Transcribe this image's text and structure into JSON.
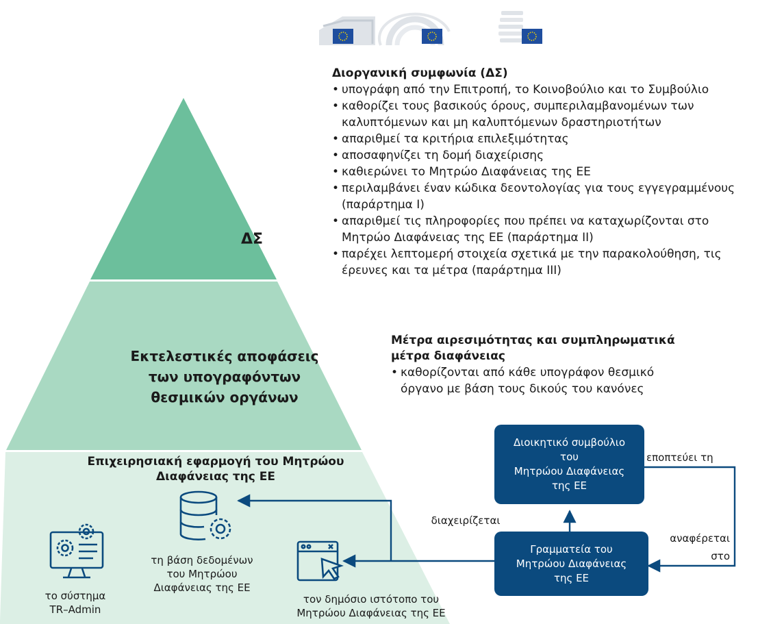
{
  "tiers": {
    "top": {
      "label": "ΔΣ"
    },
    "middle": {
      "label_lines": [
        "Εκτελεστικές αποφάσεις",
        "των υπογραφόντων",
        "θεσμικών οργάνων"
      ]
    },
    "bottom": {
      "label_lines": [
        "Επιχειρησιακή εφαρμογή του Μητρώου",
        "Διαφάνειας της ΕΕ"
      ]
    }
  },
  "agreement": {
    "title": "Διοργανική συμφωνία (ΔΣ)",
    "items": [
      [
        "υπογράφη από την Επιτροπή, το Κοινοβούλιο και το Συμβούλιο"
      ],
      [
        "καθορίζει τους βασικούς όρους, συμπεριλαμβανομένων των",
        "καλυπτόμενων και μη καλυπτόμενων δραστηριοτήτων"
      ],
      [
        "απαριθμεί τα κριτήρια επιλεξιμότητας"
      ],
      [
        "αποσαφηνίζει τη δομή διαχείρισης"
      ],
      [
        "καθιερώνει το Μητρώο Διαφάνειας της ΕΕ"
      ],
      [
        "περιλαμβάνει έναν κώδικα δεοντολογίας για τους εγγεγραμμένους",
        "(παράρτημα I)"
      ],
      [
        "απαριθμεί τις πληροφορίες που πρέπει να καταχωρίζονται στο",
        "Μητρώο Διαφάνειας της ΕΕ (παράρτημα II)"
      ],
      [
        "παρέχει λεπτομερή στοιχεία σχετικά με την παρακολούθηση, τις",
        "έρευνες και τα μέτρα (παράρτημα III)"
      ]
    ]
  },
  "measures": {
    "title_lines": [
      "Μέτρα αιρεσιμότητας και συμπληρωματικά",
      "μέτρα διαφάνειας"
    ],
    "items": [
      [
        "καθορίζονται από κάθε υπογράφον θεσμικό",
        "όργανο με βάση τους δικούς του κανόνες"
      ]
    ]
  },
  "boxes": {
    "board": {
      "lines": [
        "Διοικητικό συμβούλιο",
        "του",
        "Μητρώου Διαφάνειας",
        "της ΕΕ"
      ]
    },
    "secretariat": {
      "lines": [
        "Γραμματεία του",
        "Μητρώου Διαφάνειας",
        "της ΕΕ"
      ]
    }
  },
  "arrows": {
    "supervises": "εποπτεύει τη",
    "reports_lines": [
      "αναφέρεται",
      "στο"
    ],
    "manages": "διαχειρίζεται"
  },
  "components": {
    "database": {
      "lines": [
        "τη βάση δεδομένων",
        "του Μητρώου",
        "Διαφάνειας της ΕΕ"
      ]
    },
    "website": {
      "lines": [
        "τον δημόσιο ιστότοπο του",
        "Μητρώου Διαφάνειας της ΕΕ"
      ]
    },
    "system": {
      "lines": [
        "το σύστημα",
        "TR–Admin"
      ]
    }
  },
  "colors": {
    "tier_top": "#6cbf9c",
    "tier_middle": "#a9d9c2",
    "tier_bottom": "#dcefe5",
    "box": "#0b4a7e",
    "icon": "#0b4a7e",
    "eu_blue": "#1f4e9e",
    "eu_star": "#f5d300"
  },
  "icons": [
    "commission-building-icon",
    "parliament-hemicycle-icon",
    "council-building-icon",
    "database-gear-icon",
    "browser-cursor-icon",
    "monitor-gears-icon"
  ]
}
